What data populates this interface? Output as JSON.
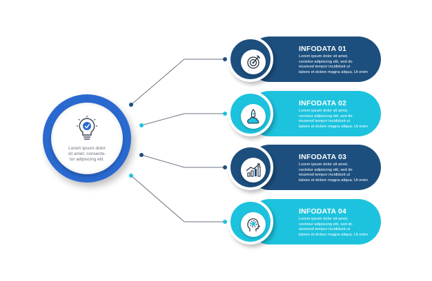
{
  "center": {
    "icon": "lightbulb-check-icon",
    "text_lines": [
      "Lorem ipsum dolor",
      "sit amet, consecte-",
      "tur adipiscing elit."
    ]
  },
  "colors": {
    "dark_blue": "#1d4f7e",
    "cyan": "#1dc3de",
    "center_blue": "#2a6ad0",
    "connector_line": "#6b7280"
  },
  "items": [
    {
      "title": "INFODATA 01",
      "icon": "target-arrow-icon",
      "style": "dark",
      "text_lines": [
        "Lorem ipsum dolor sit amet,",
        "cectetur adipiscing elit, sed do",
        "eiusmod tempor incididunt ut",
        "labore et dolore magna aliqua. Ut enim"
      ]
    },
    {
      "title": "INFODATA 02",
      "icon": "rocket-cloud-icon",
      "style": "light",
      "text_lines": [
        "Lorem ipsum dolor sit amet,",
        "cectetur adipiscing elit, sed do",
        "eiusmod tempor incididunt ut",
        "labore et dolore magna aliqua. Ut enim"
      ]
    },
    {
      "title": "INFODATA 03",
      "icon": "growth-chart-icon",
      "style": "dark",
      "text_lines": [
        "Lorem ipsum dolor sit amet,",
        "cectetur adipiscing elit, sed do",
        "eiusmod tempor incididunt ut",
        "labore et dolore magna aliqua. Ut enim"
      ]
    },
    {
      "title": "INFODATA 04",
      "icon": "head-gear-icon",
      "style": "light",
      "text_lines": [
        "Lorem ipsum dolor sit amet,",
        "cectetur adipiscing elit, sed do",
        "eiusmod tempor incididunt ut",
        "labore et dolore magna aliqua. Ut enim"
      ]
    }
  ]
}
